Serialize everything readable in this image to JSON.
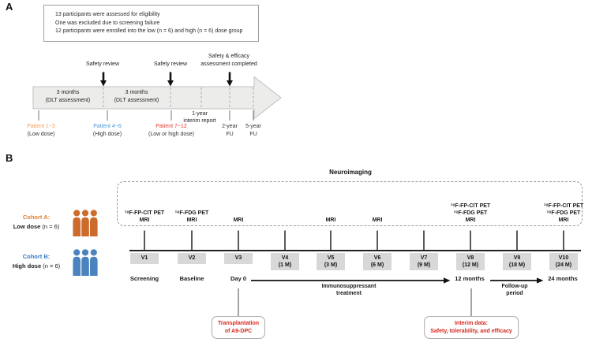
{
  "colors": {
    "cohort_a_orange": "#E0802F",
    "patient_low_orange": "#F2A05A",
    "people_a_orange": "#CC6B2C",
    "cohort_b_blue": "#3579C0",
    "patient_high_blue": "#4D96D9",
    "people_b_blue": "#4B83BE",
    "patient_mixed_red": "#E2392E",
    "callout_red": "#D6281E",
    "timeline_arrow_fill": "#ECECEA",
    "visit_box_gray": "#D8D8D8"
  },
  "panel_a": {
    "label": "A",
    "eligibility": {
      "lines": [
        "13 participants were assessed for eligibility",
        "One was excluded due to screening failure",
        "12 participants were enrolled into the low (n = 6) and high (n = 6) dose group"
      ]
    },
    "safety_reviews": [
      "Safety review",
      "Safety review"
    ],
    "completion": {
      "line1": "Safety & efficacy",
      "line2": "assessment completed"
    },
    "segments": [
      {
        "duration": "3 months",
        "note": "(DLT assessment)"
      },
      {
        "duration": "3 months",
        "note": "(DLT assessment)"
      }
    ],
    "interim_report": {
      "line1": "1-year",
      "line2": "interim report"
    },
    "milestones": [
      {
        "title": "Patient 1~3",
        "subtitle": "(Low dose)"
      },
      {
        "title": "Patient 4~6",
        "subtitle": "(High dose)"
      },
      {
        "title": "Patient 7~12",
        "subtitle": "(Low or high dose)"
      },
      {
        "title": "2-year",
        "subtitle": "FU"
      },
      {
        "title": "5-year",
        "subtitle": "FU"
      }
    ]
  },
  "panel_b": {
    "label": "B",
    "neuroimaging_title": "Neuroimaging",
    "imaging_columns": [
      {
        "lines": [
          "¹⁸F-FP-CIT PET",
          "MRI"
        ]
      },
      {
        "lines": [
          "¹⁸F-FDG PET",
          "MRI"
        ]
      },
      {
        "lines": [
          "MRI"
        ]
      },
      {
        "lines": [
          "MRI"
        ]
      },
      {
        "lines": [
          "MRI"
        ]
      },
      {
        "lines": [
          "¹⁸F-FP-CIT PET",
          "¹⁸F-FDG PET",
          "MRI"
        ]
      },
      {
        "lines": [
          "¹⁸F-FP-CIT PET",
          "¹⁸F-FDG PET",
          "MRI"
        ]
      }
    ],
    "cohorts": [
      {
        "name": "Cohort A:",
        "dose": "Low dose",
        "n": " (n = 6)"
      },
      {
        "name": "Cohort B:",
        "dose": "High dose",
        "n": " (n = 6)"
      }
    ],
    "visits": [
      {
        "id": "V1",
        "sub": ""
      },
      {
        "id": "V2",
        "sub": ""
      },
      {
        "id": "V3",
        "sub": ""
      },
      {
        "id": "V4",
        "sub": "(1 M)"
      },
      {
        "id": "V5",
        "sub": "(3 M)"
      },
      {
        "id": "V6",
        "sub": "(6 M)"
      },
      {
        "id": "V7",
        "sub": "(9 M)"
      },
      {
        "id": "V8",
        "sub": "(12 M)"
      },
      {
        "id": "V9",
        "sub": "(18 M)"
      },
      {
        "id": "V10",
        "sub": "(24 M)"
      }
    ],
    "phases": {
      "screening": "Screening",
      "baseline": "Baseline",
      "day0": "Day 0",
      "immunosuppressant": {
        "line1": "Immunosuppressant",
        "line2": "treatment"
      },
      "twelve_months": "12 months",
      "followup": {
        "line1": "Follow-up",
        "line2": "period"
      },
      "twentyfour_months": "24 months"
    },
    "callouts": [
      {
        "line1": "Transplantation",
        "line2": "of A9-DPC"
      },
      {
        "line1": "Interim data:",
        "line2": "Safety, tolerability, and efficacy"
      }
    ]
  }
}
